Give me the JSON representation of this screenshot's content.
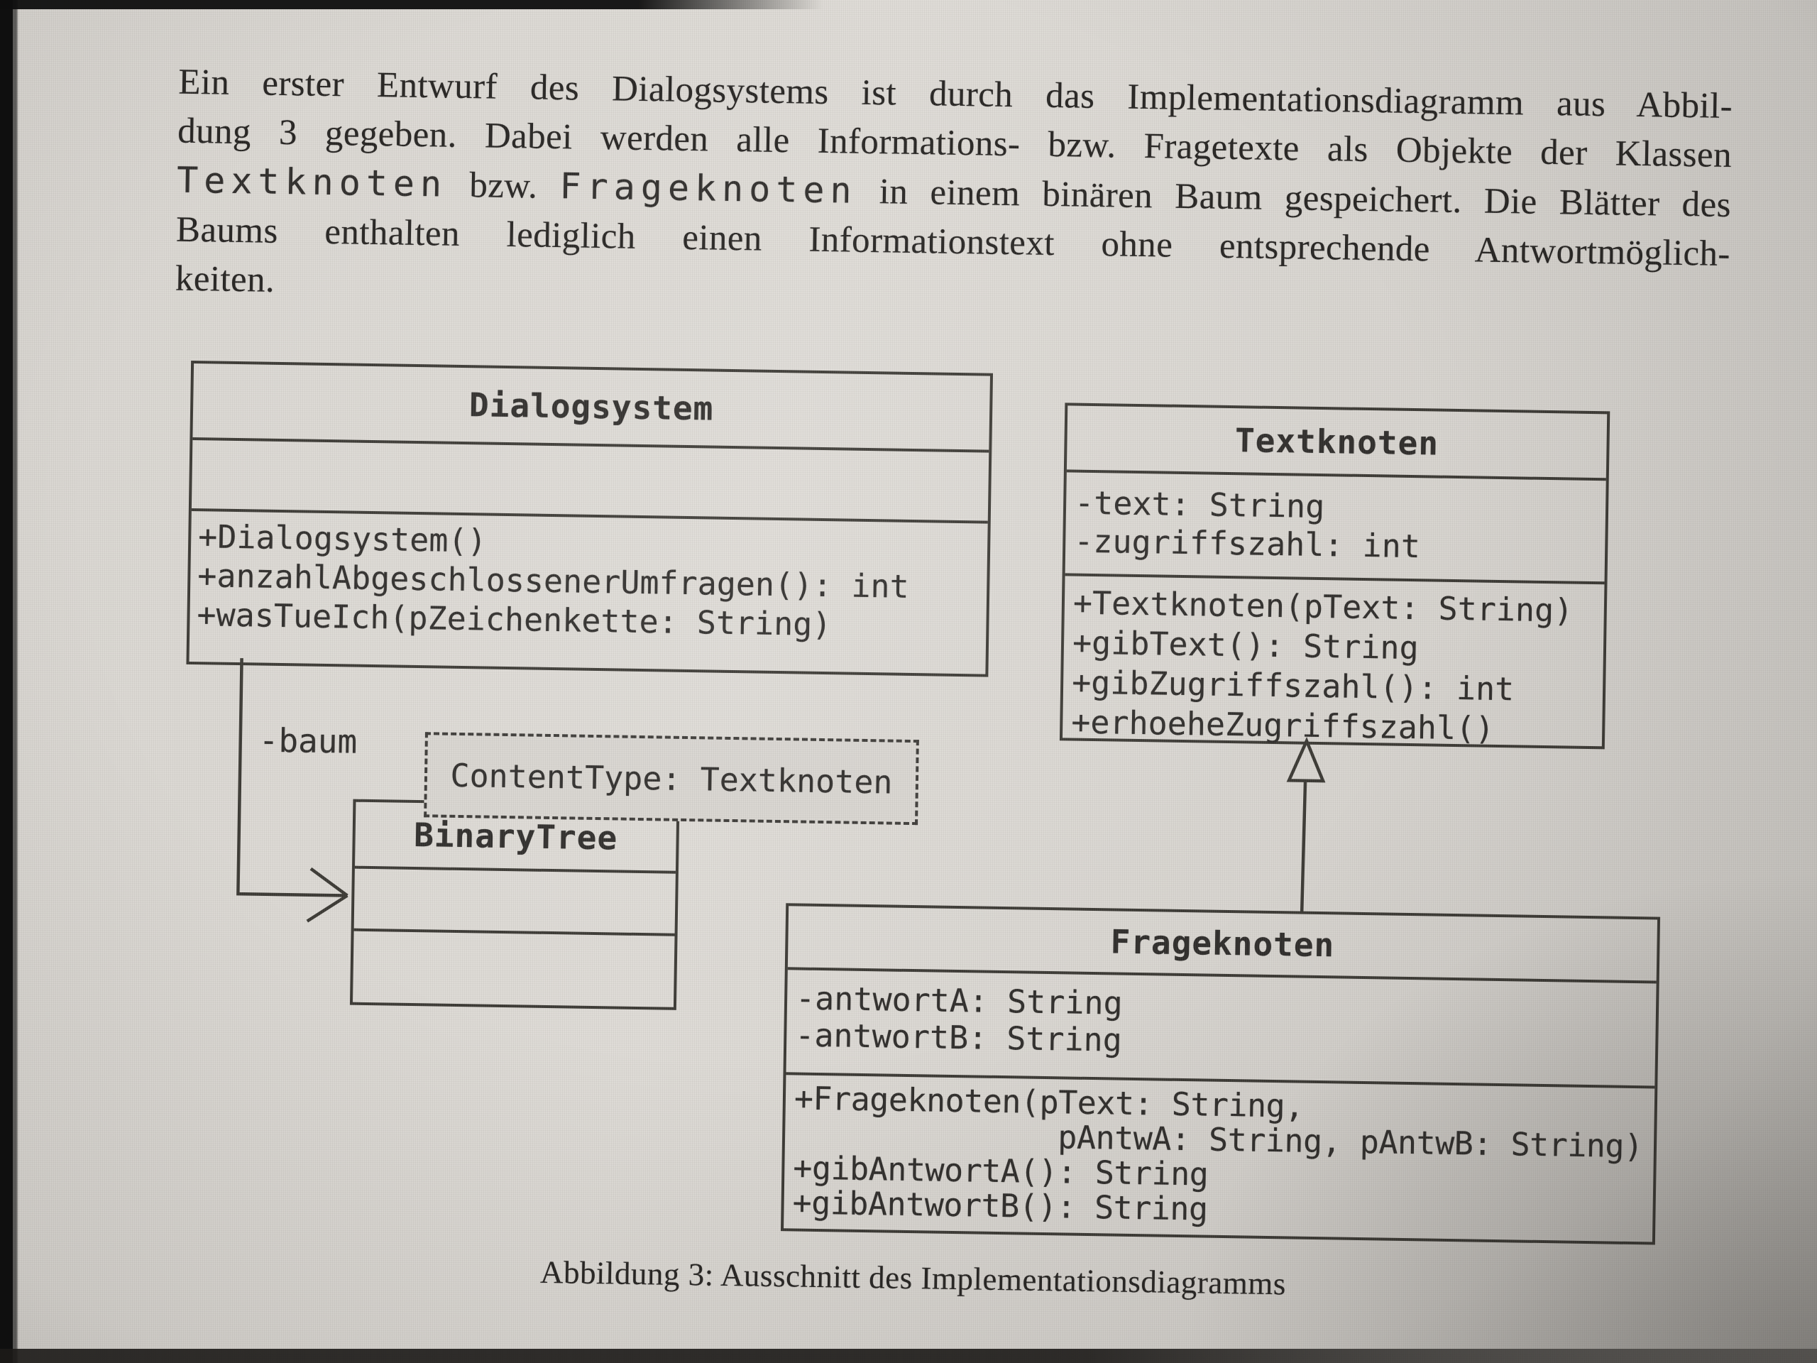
{
  "page": {
    "background": "#d8d5d0",
    "text_color": "#2f2d2b",
    "border_color": "#3b3934",
    "paragraph": {
      "line1": "Ein erster Entwurf des Dialogsystems ist durch das Implementationsdiagramm aus Abbil-",
      "line2": "dung 3 gegeben. Dabei werden alle Informations- bzw. Fragetexte als Objekte der Klassen",
      "line3": {
        "code1": "Textknoten",
        "sep": " bzw. ",
        "code2": "Frageknoten",
        "rest": " in einem binären Baum gespeichert. Die Blätter des"
      },
      "line4": "Baums enthalten lediglich einen Informationstext ohne entsprechende Antwortmöglich-",
      "line5": "keiten."
    },
    "caption": "Abbildung 3: Ausschnitt des Implementationsdiagramms"
  },
  "diagram": {
    "baum_label": "-baum",
    "classes": {
      "dialogsystem": {
        "name": "Dialogsystem",
        "attributes": [],
        "methods": [
          "+Dialogsystem()",
          "+anzahlAbgeschlossenerUmfragen(): int",
          "+wasTueIch(pZeichenkette: String)"
        ]
      },
      "textknoten": {
        "name": "Textknoten",
        "attributes": [
          "-text: String",
          "-zugriffszahl: int"
        ],
        "methods": [
          "+Textknoten(pText: String)",
          "+gibText(): String",
          "+gibZugriffszahl(): int",
          "+erhoeheZugriffszahl()"
        ]
      },
      "binarytree": {
        "name": "BinaryTree",
        "template_parameter": "ContentType: Textknoten",
        "attributes": [],
        "methods": []
      },
      "frageknoten": {
        "name": "Frageknoten",
        "attributes": [
          "-antwortA: String",
          "-antwortB: String"
        ],
        "methods": [
          "+Frageknoten(pText: String,",
          "              pAntwA: String, pAntwB: String)",
          "+gibAntwortA(): String",
          "+gibAntwortB(): String"
        ]
      }
    }
  }
}
